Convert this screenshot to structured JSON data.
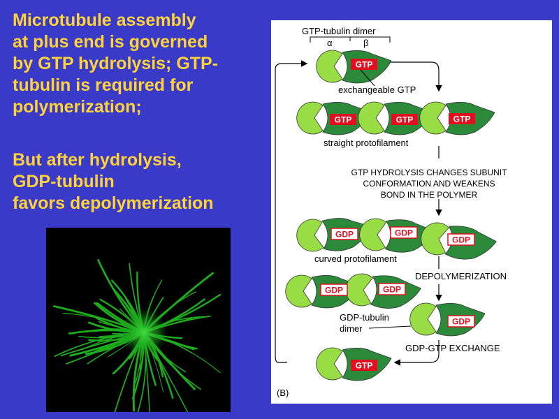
{
  "slide": {
    "heading_main": "Microtubule assembly\nat plus end is governed\nby GTP hydrolysis; GTP-\ntubulin is required for\npolymerization;",
    "heading_second": "But after hydrolysis,\nGDP-tubulin\nfavors depolymerization",
    "colors": {
      "background": "#3a3ac8",
      "heading": "#ffd23a"
    }
  },
  "diagram": {
    "panel_label": "(B)",
    "dimer_title": "GTP-tubulin dimer",
    "alpha": "α",
    "beta": "β",
    "gtp": "GTP",
    "gdp": "GDP",
    "exchangeable_label": "exchangeable GTP",
    "straight_label": "straight protofilament",
    "hydrolysis_text": [
      "GTP HYDROLYSIS CHANGES SUBUNIT",
      "CONFORMATION AND WEAKENS",
      "BOND IN THE POLYMER"
    ],
    "curved_label": "curved protofilament",
    "depolymerization_label": "DEPOLYMERIZATION",
    "gdp_dimer_label": [
      "GDP-tubulin",
      "dimer"
    ],
    "exchange_label": "GDP-GTP EXCHANGE",
    "colors": {
      "alpha_subunit": "#99dd44",
      "beta_subunit": "#2a8a3a",
      "gtp_badge": "#e01020",
      "gdp_badge_border": "#e01020",
      "arrow": "#000000"
    }
  },
  "micrograph": {
    "background": "#000000",
    "fiber_color": "#22cc22"
  }
}
